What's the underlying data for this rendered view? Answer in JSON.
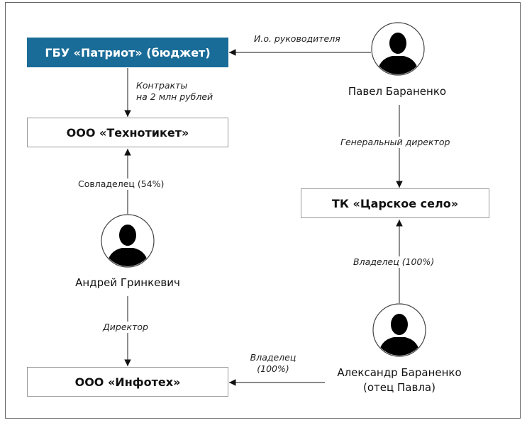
{
  "nodes": {
    "gbu": "ГБУ «Патриот» (бюджет)",
    "technoticket": "ООО «Технотикет»",
    "infotech": "ООО «Инфотех»",
    "tk": "ТК «Царское село»"
  },
  "people": {
    "pavel": "Павел Бараненко",
    "andrey": "Андрей Гринкевич",
    "alexandr_line1": "Александр Бараненко",
    "alexandr_line2": "(отец Павла)"
  },
  "edges": {
    "pavel_gbu": "И.о. руководителя",
    "gbu_techno_1": "Контракты",
    "gbu_techno_2": "на 2 млн рублей",
    "andrey_techno": "Совладелец (54%)",
    "andrey_infotech": "Директор",
    "pavel_tk": "Генеральный директор",
    "alexandr_tk": "Владелец (100%)",
    "alexandr_infotech_1": "Владелец",
    "alexandr_infotech_2": "(100%)"
  },
  "colors": {
    "accent": "#1a6c98"
  }
}
